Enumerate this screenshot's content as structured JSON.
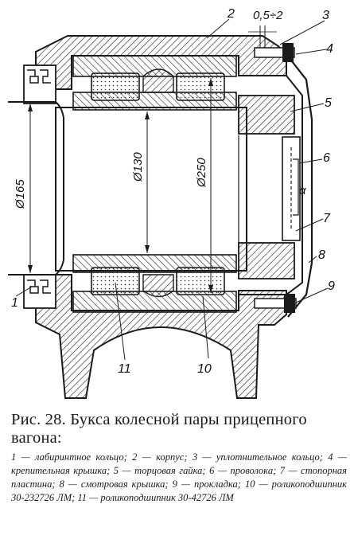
{
  "figure": {
    "callouts": {
      "c1": "1",
      "c2": "2",
      "c3": "3",
      "c4": "4",
      "c5": "5",
      "c6": "6",
      "c7": "7",
      "c8": "8",
      "c9": "9",
      "c10": "10",
      "c11": "11"
    },
    "dimensions": {
      "gap": "0,5÷2",
      "d165": "Ø165",
      "d130": "Ø130",
      "d250": "Ø250",
      "angle": "α"
    }
  },
  "caption": {
    "title": "Рис. 28. Букса колесной пары прицепного вагона:",
    "legend": "1 — лабиринтное кольцо; 2 — корпус; 3 — уплотнительное кольцо; 4 — крепительная крышка; 5 — торцовая гайка; 6 — проволока; 7 — стопорная пластина; 8 — смотровая крышка; 9 — прокладка; 10 — роликоподшипник 30-232726 ЛМ; 11 — роликоподшипник 30-42726 ЛМ"
  },
  "colors": {
    "ink": "#1a1a1a",
    "hatch": "#2b2b2b",
    "paper": "#ffffff"
  }
}
